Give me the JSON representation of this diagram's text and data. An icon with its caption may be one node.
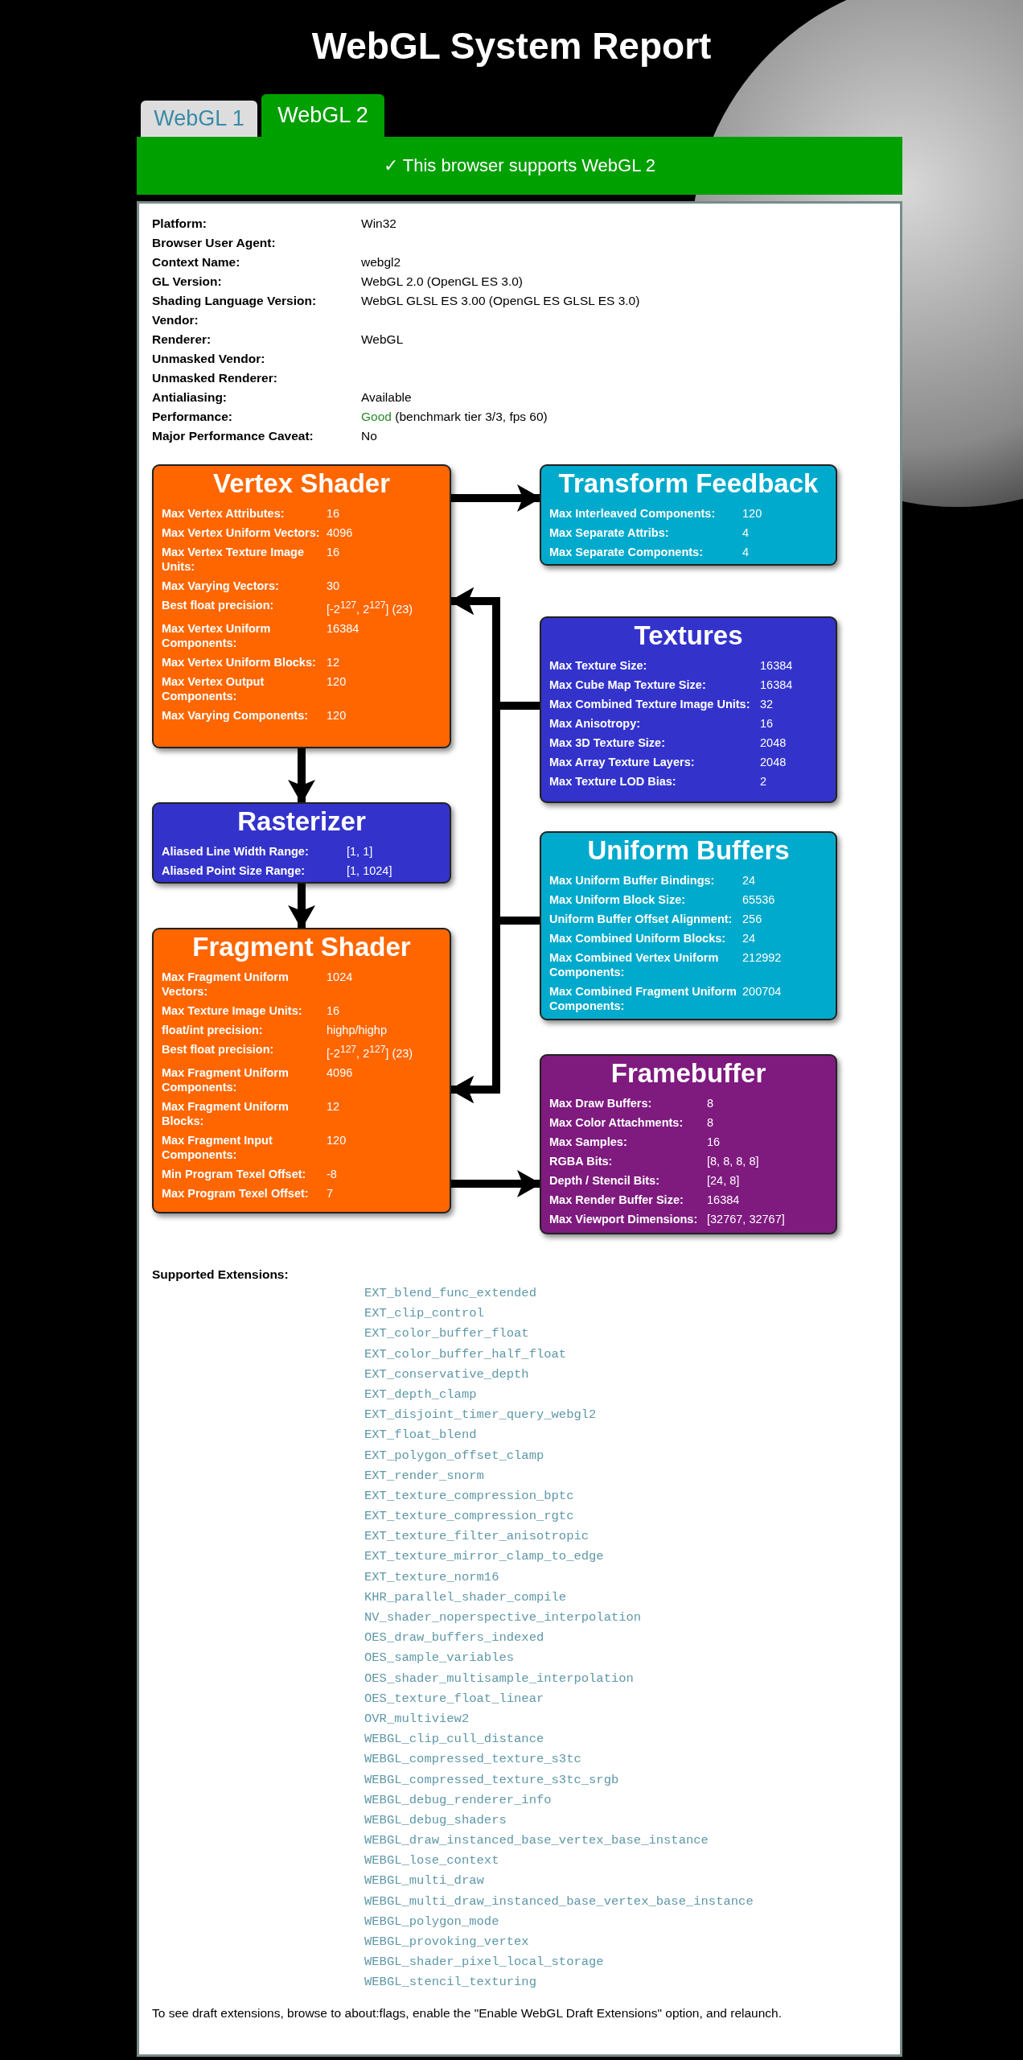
{
  "diagram": {
    "title": "WebGL System Report",
    "nodes": [
      {
        "text": [
          "Vertex Shader",
          "Max Vertex Attributes:",
          "16",
          "Max Vertex Uniform Vectors:",
          "4096",
          "Max Vertex Texture Image Units:",
          "16",
          "Max Varying Vectors:",
          "30",
          "Best float precision:",
          "[-2$^{127}$, 2$^{127}$] (23)",
          "Max Vertex Uniform Components:",
          "16384",
          "Max Vertex Uniform Blocks:",
          "12",
          "Max Vertex Output Components:",
          "120",
          "Max Varying Components:",
          "120"
        ]
      },
      {
        "text": [
          "Transform Feedback",
          "Max Interleaved Components:",
          "120",
          "Max Separate Attribs:",
          "4",
          "Max Separate Components:",
          "4"
        ]
      },
      {
        "text": [
          "Textures",
          "Max Texture Size:",
          "16384",
          "Max Cube Map Texture Size:",
          "16384",
          "Max Combined Texture Image Units:",
          "32",
          "Max Anisotropy:",
          "16",
          "Max 3D Texture Size:",
          "2048",
          "Max Array Texture Layers:",
          "2048",
          "Max Texture LOD Bias:",
          "2"
        ]
      },
      {
        "text": [
          "Rasterizer",
          "Aliased Line Width Range:",
          "[1, 1]",
          "Aliased Point Size Range:",
          "[1, 1024]"
        ]
      },
      {
        "text": [
          "Uniform Buffers",
          "Max Uniform Buffer Bindings:",
          "24",
          "Max Uniform Block Size:",
          "65536",
          "Uniform Buffer Offset Alignment:",
          "256",
          "Max Combined Uniform Blocks:",
          "24",
          "Max Combined Vertex Uniform Components:",
          "212992",
          "Max Combined Fragment Uniform Components:",
          "200704"
        ]
      },
      {
        "text": [
          "Fragment Shader",
          "Max Fragment Uniform Vectors:",
          "1024",
          "Max Texture Image Units:",
          "16",
          "float/int precision:",
          "highp/highp",
          "Best float precision:",
          "[-2$^{127}$, 2$^{127}$] (23)",
          "Max Fragment Uniform Components:",
          "4096",
          "Max Fragment Uniform Blocks:",
          "12",
          "Max Fragment Input Components:",
          "120",
          "Min Program Texel Offset:",
          "-8",
          "Max Program Texel Offset:",
          "7"
        ]
      },
      {
        "text": [
          "Framebuffer",
          "Max Draw Buffers:",
          "8",
          "Max Color Attachments:",
          "8",
          "Max Samples:",
          "16",
          "RGBA Bits:",
          "[8, 8, 8, 8]",
          "Depth / Stencil Bits:",
          "[24, 8]",
          "Max Render Buffer Size:",
          "16384",
          "Max Viewport Dimensions:",
          "[32767, 32767]"
        ]
      }
    ],
    "edges": [
      {
        "from": 0,
        "to": 1,
        "arrow": "to"
      },
      {
        "from": 0,
        "to": 3,
        "arrow": "to"
      },
      {
        "from": 2,
        "to": 0,
        "arrow": "to"
      },
      {
        "from": 2,
        "to": 5,
        "arrow": "to"
      },
      {
        "from": 4,
        "to": 0,
        "arrow": "to"
      },
      {
        "from": 4,
        "to": 5,
        "arrow": "to"
      },
      {
        "from": 3,
        "to": 5,
        "arrow": "to"
      },
      {
        "from": 5,
        "to": 6,
        "arrow": "to"
      }
    ],
    "labels": [
      "WebGL 1",
      "WebGL 2",
      "✓ This browser supports WebGL 2",
      "Platform:",
      "Win32",
      "Browser User Agent:",
      "Context Name:",
      "webgl2",
      "GL Version:",
      "WebGL 2.0 (OpenGL ES 3.0)",
      "Shading Language Version:",
      "WebGL GLSL ES 3.00 (OpenGL ES GLSL ES 3.0)",
      "Vendor:",
      "Renderer:",
      "WebGL",
      "Unmasked Vendor:",
      "Unmasked Renderer:",
      "Antialiasing:",
      "Available",
      "Performance:",
      "Good",
      "(benchmark tier 3/3, fps 60)",
      "Major Performance Caveat:",
      "No",
      "Supported Extensions:",
      "EXT_blend_func_extended",
      "EXT_clip_control",
      "EXT_color_buffer_float",
      "EXT_color_buffer_half_float",
      "EXT_conservative_depth",
      "EXT_depth_clamp",
      "EXT_disjoint_timer_query_webgl2",
      "EXT_float_blend",
      "EXT_polygon_offset_clamp",
      "EXT_render_snorm",
      "EXT_texture_compression_bptc",
      "EXT_texture_compression_rgtc",
      "EXT_texture_filter_anisotropic",
      "EXT_texture_mirror_clamp_to_edge",
      "EXT_texture_norm16",
      "KHR_parallel_shader_compile",
      "NV_shader_noperspective_interpolation",
      "OES_draw_buffers_indexed",
      "OES_sample_variables",
      "OES_shader_multisample_interpolation",
      "OES_texture_float_linear",
      "OVR_multiview2",
      "WEBGL_clip_cull_distance",
      "WEBGL_compressed_texture_s3tc",
      "WEBGL_compressed_texture_s3tc_srgb",
      "WEBGL_debug_renderer_info",
      "WEBGL_debug_shaders",
      "WEBGL_draw_instanced_base_vertex_base_instance",
      "WEBGL_lose_context",
      "WEBGL_multi_draw",
      "WEBGL_multi_draw_instanced_base_vertex_base_instance",
      "WEBGL_polygon_mode",
      "WEBGL_provoking_vertex",
      "WEBGL_shader_pixel_local_storage",
      "WEBGL_stencil_texturing",
      "To see draft extensions, browse to about:flags, enable the \"Enable WebGL Draft Extensions\" option, and relaunch."
    ]
  }
}
